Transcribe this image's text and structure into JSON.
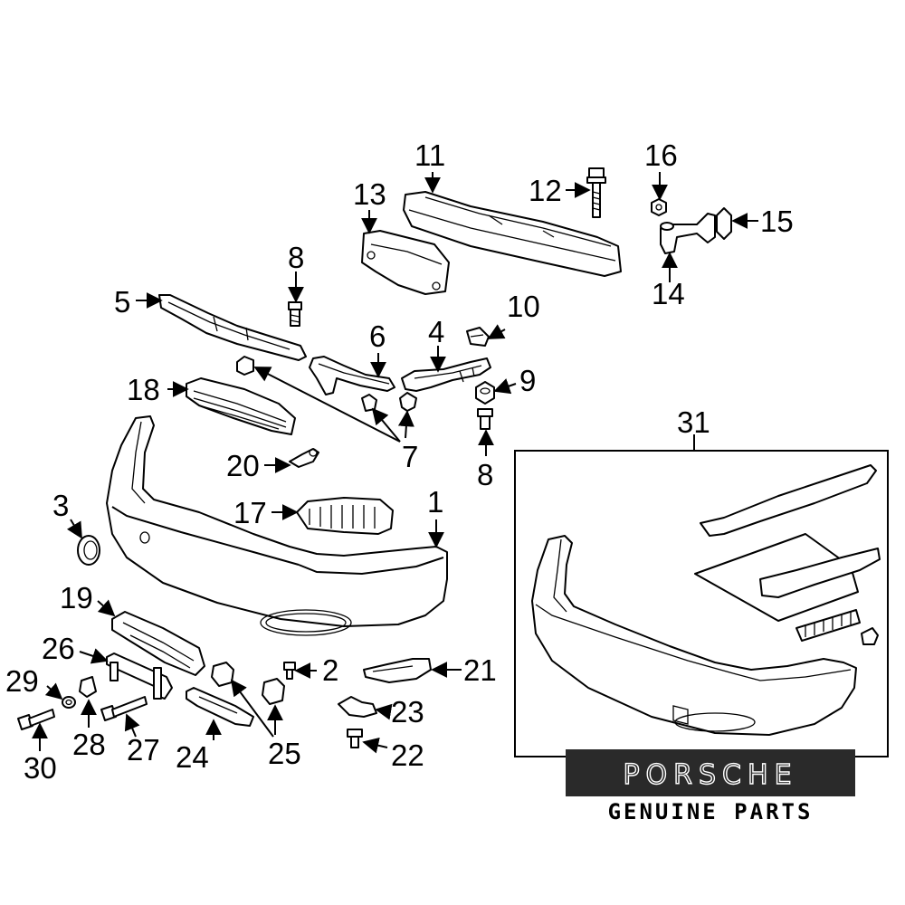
{
  "callouts": {
    "c1": "1",
    "c2": "2",
    "c3": "3",
    "c4": "4",
    "c5": "5",
    "c6": "6",
    "c7": "7",
    "c8a": "8",
    "c8b": "8",
    "c9": "9",
    "c10": "10",
    "c11": "11",
    "c12": "12",
    "c13": "13",
    "c14": "14",
    "c15": "15",
    "c16": "16",
    "c17": "17",
    "c18": "18",
    "c19": "19",
    "c20": "20",
    "c21": "21",
    "c22": "22",
    "c23": "23",
    "c24": "24",
    "c25": "25",
    "c26": "26",
    "c27": "27",
    "c28": "28",
    "c29": "29",
    "c30": "30",
    "c31": "31"
  },
  "brand": {
    "wordmark": "PORSCHE",
    "tagline": "GENUINE PARTS"
  }
}
